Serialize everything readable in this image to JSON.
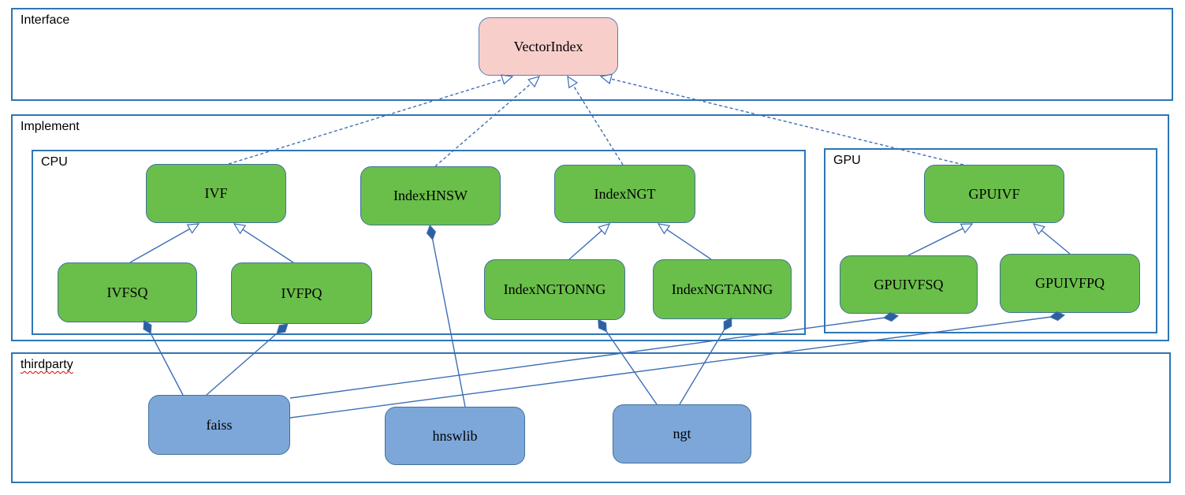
{
  "diagram": {
    "containers": {
      "interface": {
        "label": "Interface"
      },
      "implement": {
        "label": "Implement"
      },
      "cpu": {
        "label": "CPU"
      },
      "gpu": {
        "label": "GPU"
      },
      "thirdparty": {
        "label": "thirdparty"
      }
    },
    "nodes": {
      "VectorIndex": {
        "label": "VectorIndex",
        "role": "interface"
      },
      "IVF": {
        "label": "IVF",
        "role": "cpu-implementation"
      },
      "IndexHNSW": {
        "label": "IndexHNSW",
        "role": "cpu-implementation"
      },
      "IndexNGT": {
        "label": "IndexNGT",
        "role": "cpu-implementation"
      },
      "GPUIVF": {
        "label": "GPUIVF",
        "role": "gpu-implementation"
      },
      "IVFSQ": {
        "label": "IVFSQ",
        "role": "cpu-implementation"
      },
      "IVFPQ": {
        "label": "IVFPQ",
        "role": "cpu-implementation"
      },
      "IndexNGTONNG": {
        "label": "IndexNGTONNG",
        "role": "cpu-implementation"
      },
      "IndexNGTANNG": {
        "label": "IndexNGTANNG",
        "role": "cpu-implementation"
      },
      "GPUIVFSQ": {
        "label": "GPUIVFSQ",
        "role": "gpu-implementation"
      },
      "GPUIVFPQ": {
        "label": "GPUIVFPQ",
        "role": "gpu-implementation"
      },
      "faiss": {
        "label": "faiss",
        "role": "thirdparty-library"
      },
      "hnswlib": {
        "label": "hnswlib",
        "role": "thirdparty-library"
      },
      "ngt": {
        "label": "ngt",
        "role": "thirdparty-library"
      }
    },
    "edges": [
      {
        "from": "IVF",
        "to": "VectorIndex",
        "type": "realization"
      },
      {
        "from": "IndexHNSW",
        "to": "VectorIndex",
        "type": "realization"
      },
      {
        "from": "IndexNGT",
        "to": "VectorIndex",
        "type": "realization"
      },
      {
        "from": "GPUIVF",
        "to": "VectorIndex",
        "type": "realization"
      },
      {
        "from": "IVFSQ",
        "to": "IVF",
        "type": "generalization"
      },
      {
        "from": "IVFPQ",
        "to": "IVF",
        "type": "generalization"
      },
      {
        "from": "IndexNGTONNG",
        "to": "IndexNGT",
        "type": "generalization"
      },
      {
        "from": "IndexNGTANNG",
        "to": "IndexNGT",
        "type": "generalization"
      },
      {
        "from": "GPUIVFSQ",
        "to": "GPUIVF",
        "type": "generalization"
      },
      {
        "from": "GPUIVFPQ",
        "to": "GPUIVF",
        "type": "generalization"
      },
      {
        "from": "IndexHNSW",
        "to": "hnswlib",
        "type": "composition"
      },
      {
        "from": "IVFSQ",
        "to": "faiss",
        "type": "composition"
      },
      {
        "from": "IVFPQ",
        "to": "faiss",
        "type": "composition"
      },
      {
        "from": "IndexNGTONNG",
        "to": "ngt",
        "type": "composition"
      },
      {
        "from": "IndexNGTANNG",
        "to": "ngt",
        "type": "composition"
      },
      {
        "from": "GPUIVFSQ",
        "to": "faiss",
        "type": "composition"
      },
      {
        "from": "GPUIVFPQ",
        "to": "faiss",
        "type": "composition"
      }
    ],
    "colors": {
      "interface_fill": "#f8cecb",
      "implementation_fill": "#6abf4a",
      "thirdparty_fill": "#7da7d9",
      "node_border": "#41719c",
      "container_border": "#2e75b6",
      "edge_line": "#3c6eb4",
      "diamond_fill": "#2e5f9e",
      "misspell_underline": "#e00000"
    }
  }
}
